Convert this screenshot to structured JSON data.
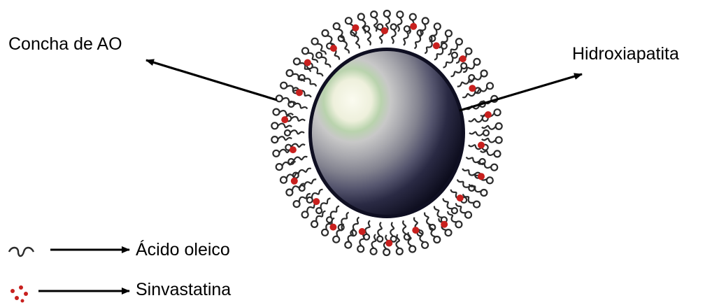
{
  "labels": {
    "shell": "Concha de AO",
    "core": "Hidroxiapatita"
  },
  "legend": [
    {
      "symbol": "oleic-acid-symbol",
      "label": "Ácido oleico"
    },
    {
      "symbol": "simvastatin-dots-symbol",
      "label": "Sinvastatina"
    }
  ],
  "colors": {
    "chain": "#2b2b2b",
    "drug": "#c8201e",
    "core_highlight": "#fbfbf0",
    "core_dark": "#11112a",
    "arrow": "#000000"
  }
}
